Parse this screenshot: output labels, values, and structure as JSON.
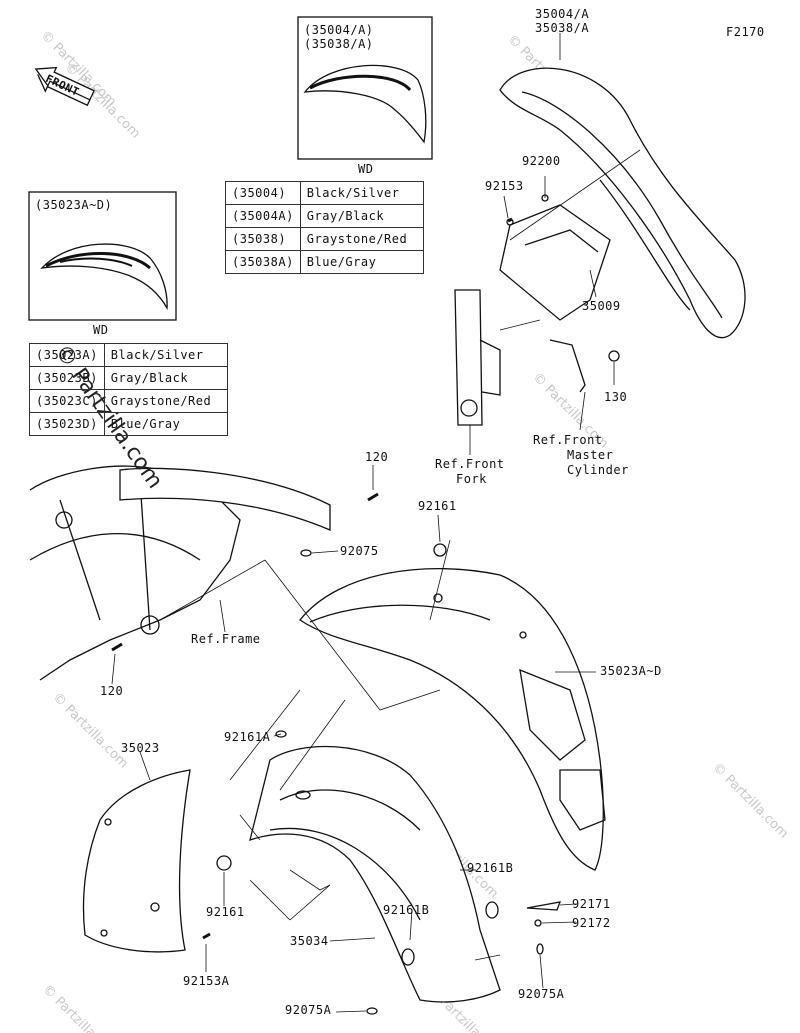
{
  "figure_code": "F2170",
  "front_label": "FRONT",
  "watermark": "© Partzilla.com",
  "inset_front": {
    "codes": [
      "(35004/A)",
      "(35038/A)"
    ],
    "caption": "WD"
  },
  "inset_rear": {
    "code": "(35023A~D)",
    "caption": "WD"
  },
  "front_table": [
    {
      "code": "(35004)",
      "color": "Black/Silver"
    },
    {
      "code": "(35004A)",
      "color": "Gray/Black"
    },
    {
      "code": "(35038)",
      "color": "Graystone/Red"
    },
    {
      "code": "(35038A)",
      "color": "Blue/Gray"
    }
  ],
  "rear_table": [
    {
      "code": "(35023A)",
      "color": "Black/Silver"
    },
    {
      "code": "(35023B)",
      "color": "Gray/Black"
    },
    {
      "code": "(35023C)",
      "color": "Graystone/Red"
    },
    {
      "code": "(35023D)",
      "color": "Blue/Gray"
    }
  ],
  "callouts": {
    "front_fender_a": "35004/A",
    "front_fender_b": "35038/A",
    "p92200": "92200",
    "p92153": "92153",
    "p35009": "35009",
    "p130": "130",
    "ref_master_1": "Ref.Front",
    "ref_master_2": "Master",
    "ref_master_3": "Cylinder",
    "ref_fork_1": "Ref.Front",
    "ref_fork_2": "Fork",
    "p120_top": "120",
    "p92161_top": "92161",
    "p92075": "92075",
    "ref_frame": "Ref.Frame",
    "p120_bottom": "120",
    "p35023ad": "35023A~D",
    "p92161a": "92161A",
    "p35023": "35023",
    "p92161_bottom": "92161",
    "p92161b_right": "92161B",
    "p92161b_mid": "92161B",
    "p92171": "92171",
    "p92172": "92172",
    "p35034": "35034",
    "p92153a": "92153A",
    "p92075a_left": "92075A",
    "p92075a_right": "92075A"
  }
}
